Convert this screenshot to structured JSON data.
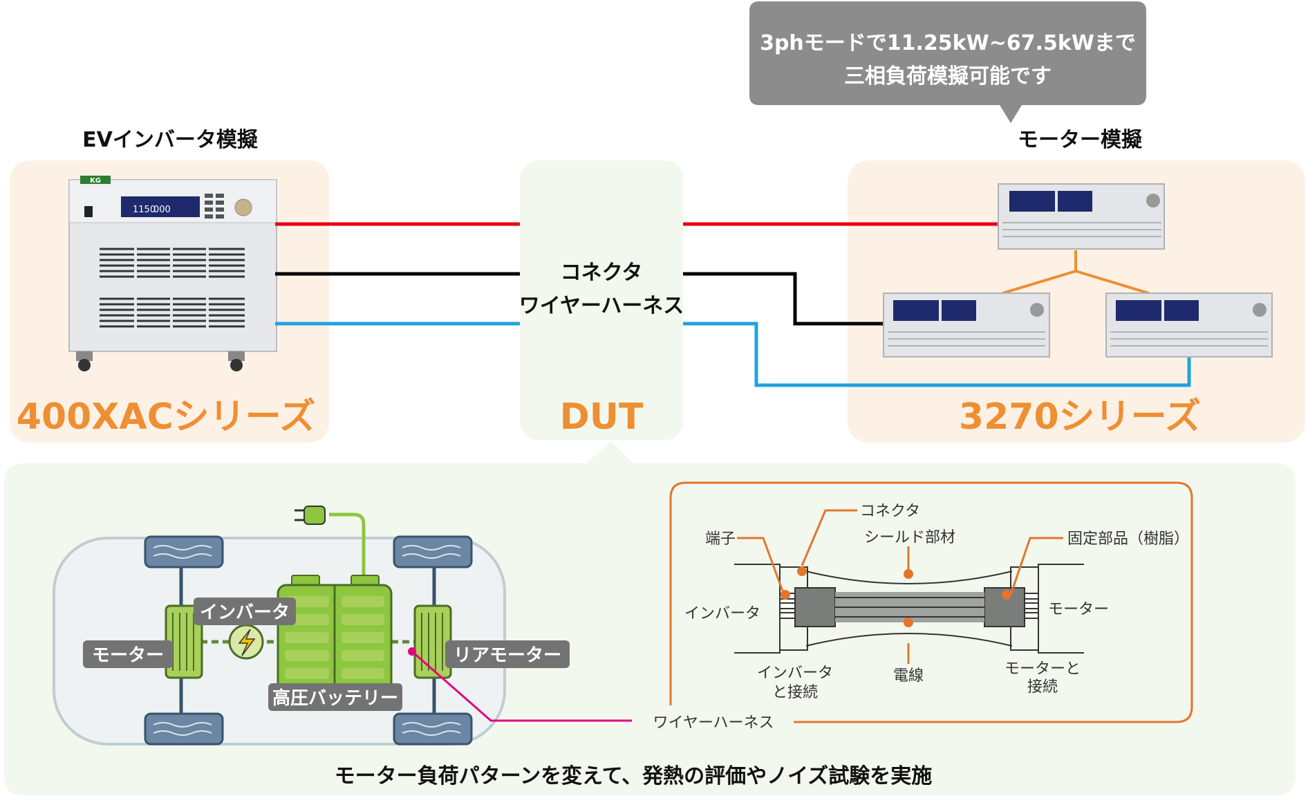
{
  "callout": {
    "line1": "3phモードで11.25kW~67.5kWまで",
    "line2": "三相負荷模擬可能です"
  },
  "left_panel": {
    "heading": "EVインバータ模擬",
    "series": "400XACシリーズ",
    "device_logo": "KG",
    "display_value_1": "1150",
    "display_value_2": "000"
  },
  "center_panel": {
    "label_line1": "コネクタ",
    "label_line2": "ワイヤーハーネス",
    "title": "DUT"
  },
  "right_panel": {
    "heading": "モーター模擬",
    "series": "3270シリーズ"
  },
  "vehicle": {
    "inverter": "インバータ",
    "motor": "モーター",
    "rear_motor": "リアモーター",
    "battery": "高圧バッテリー"
  },
  "harness_diagram": {
    "connector": "コネクタ",
    "terminal": "端子",
    "shield": "シールド部材",
    "fixing_part": "固定部品（樹脂）",
    "inverter": "インバータ",
    "motor": "モーター",
    "inverter_connect_1": "インバータ",
    "inverter_connect_2": "と接続",
    "wire": "電線",
    "motor_connect_1": "モーターと",
    "motor_connect_2": "接続",
    "harness_label": "ワイヤーハーネス"
  },
  "footer_caption": "モーター負荷パターンを変えて、発熱の評価やノイズ試験を実施",
  "colors": {
    "orange": "#ee8f33",
    "panel_peach": "#fdf1e6",
    "panel_green": "#f2f8ee",
    "callout_gray": "#8c8c8c",
    "line_red": "#e60012",
    "line_black": "#000000",
    "line_blue": "#1fa2df",
    "harness_magenta": "#e4007f",
    "battery_green": "#8dc63f"
  }
}
